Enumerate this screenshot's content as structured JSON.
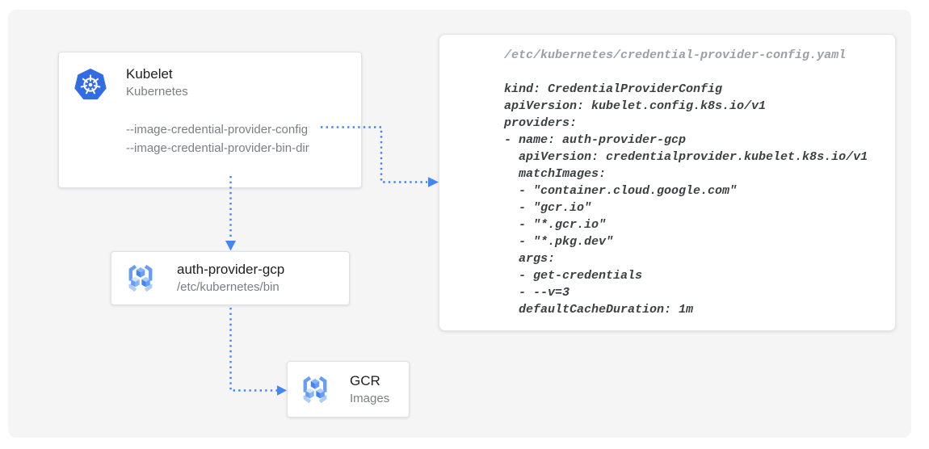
{
  "colors": {
    "arrow_blue": "#4285f4",
    "kubernetes_blue": "#326ce5",
    "panel_bg": "#f5f5f6",
    "card_bg": "#ffffff",
    "card_border": "#dfe1e5",
    "title_text": "#212121",
    "subtitle_text": "#7b7f84",
    "code_text": "#3c4043",
    "code_path_text": "#9aa0a6"
  },
  "kubelet_card": {
    "icon": "kubernetes-icon",
    "title": "Kubelet",
    "subtitle": "Kubernetes",
    "flags": [
      "--image-credential-provider-config",
      "--image-credential-provider-bin-dir"
    ]
  },
  "auth_provider_card": {
    "icon": "container-registry-icon",
    "title": "auth-provider-gcp",
    "subtitle": "/etc/kubernetes/bin"
  },
  "gcr_card": {
    "icon": "container-registry-icon",
    "title": "GCR",
    "subtitle": "Images"
  },
  "code_panel": {
    "file_path": "/etc/kubernetes/credential-provider-config.yaml",
    "yaml_lines": [
      "kind: CredentialProviderConfig",
      "apiVersion: kubelet.config.k8s.io/v1",
      "providers:",
      "- name: auth-provider-gcp",
      "  apiVersion: credentialprovider.kubelet.k8s.io/v1",
      "  matchImages:",
      "  - \"container.cloud.google.com\"",
      "  - \"gcr.io\"",
      "  - \"*.gcr.io\"",
      "  - \"*.pkg.dev\"",
      "  args:",
      "  - get-credentials",
      "  - --v=3",
      "  defaultCacheDuration: 1m"
    ]
  }
}
